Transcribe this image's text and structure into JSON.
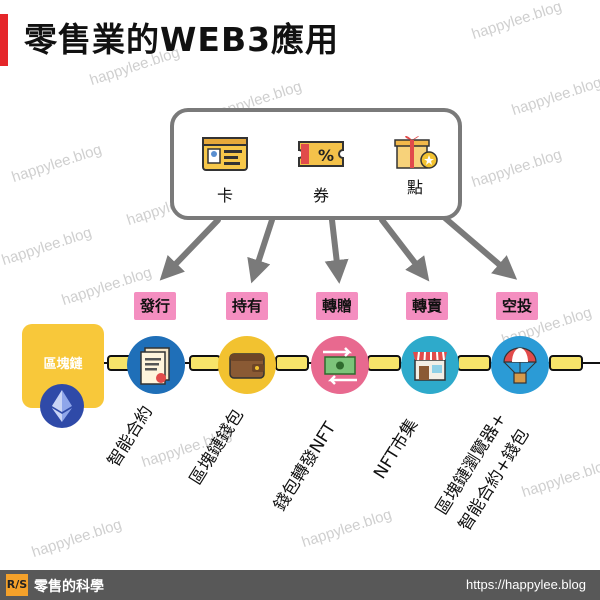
{
  "title": "零售業的WEB3應用",
  "watermark": "happylee.blog",
  "top_box": {
    "items": [
      {
        "label": "卡",
        "icon": "id-card-icon"
      },
      {
        "label": "券",
        "icon": "coupon-ticket-icon"
      },
      {
        "label": "點",
        "icon": "gift-points-icon"
      }
    ]
  },
  "actions": [
    "發行",
    "持有",
    "轉贈",
    "轉賣",
    "空投"
  ],
  "chain": {
    "label": "區塊鏈",
    "icon": "ethereum-icon"
  },
  "nodes": [
    {
      "label": "智能合約",
      "icon": "contract-document-icon"
    },
    {
      "label": "區塊鏈錢包",
      "icon": "wallet-icon"
    },
    {
      "label": "錢包轉發NFT",
      "icon": "money-transfer-icon"
    },
    {
      "label": "NFT市集",
      "icon": "storefront-icon"
    },
    {
      "label_line1": "區塊鏈瀏覽器+",
      "label_line2": "智能合約+錢包",
      "icon": "airdrop-parachute-icon"
    }
  ],
  "footer": {
    "logo": "R/S",
    "brand": "零售的科學",
    "url": "https://happylee.blog"
  },
  "colors": {
    "accent_red": "#e5262a",
    "tag_pink": "#f48ec0",
    "chain_yellow": "#f8c83a",
    "arrow_gray": "#7a7a7a",
    "footer_gray": "#585858"
  }
}
